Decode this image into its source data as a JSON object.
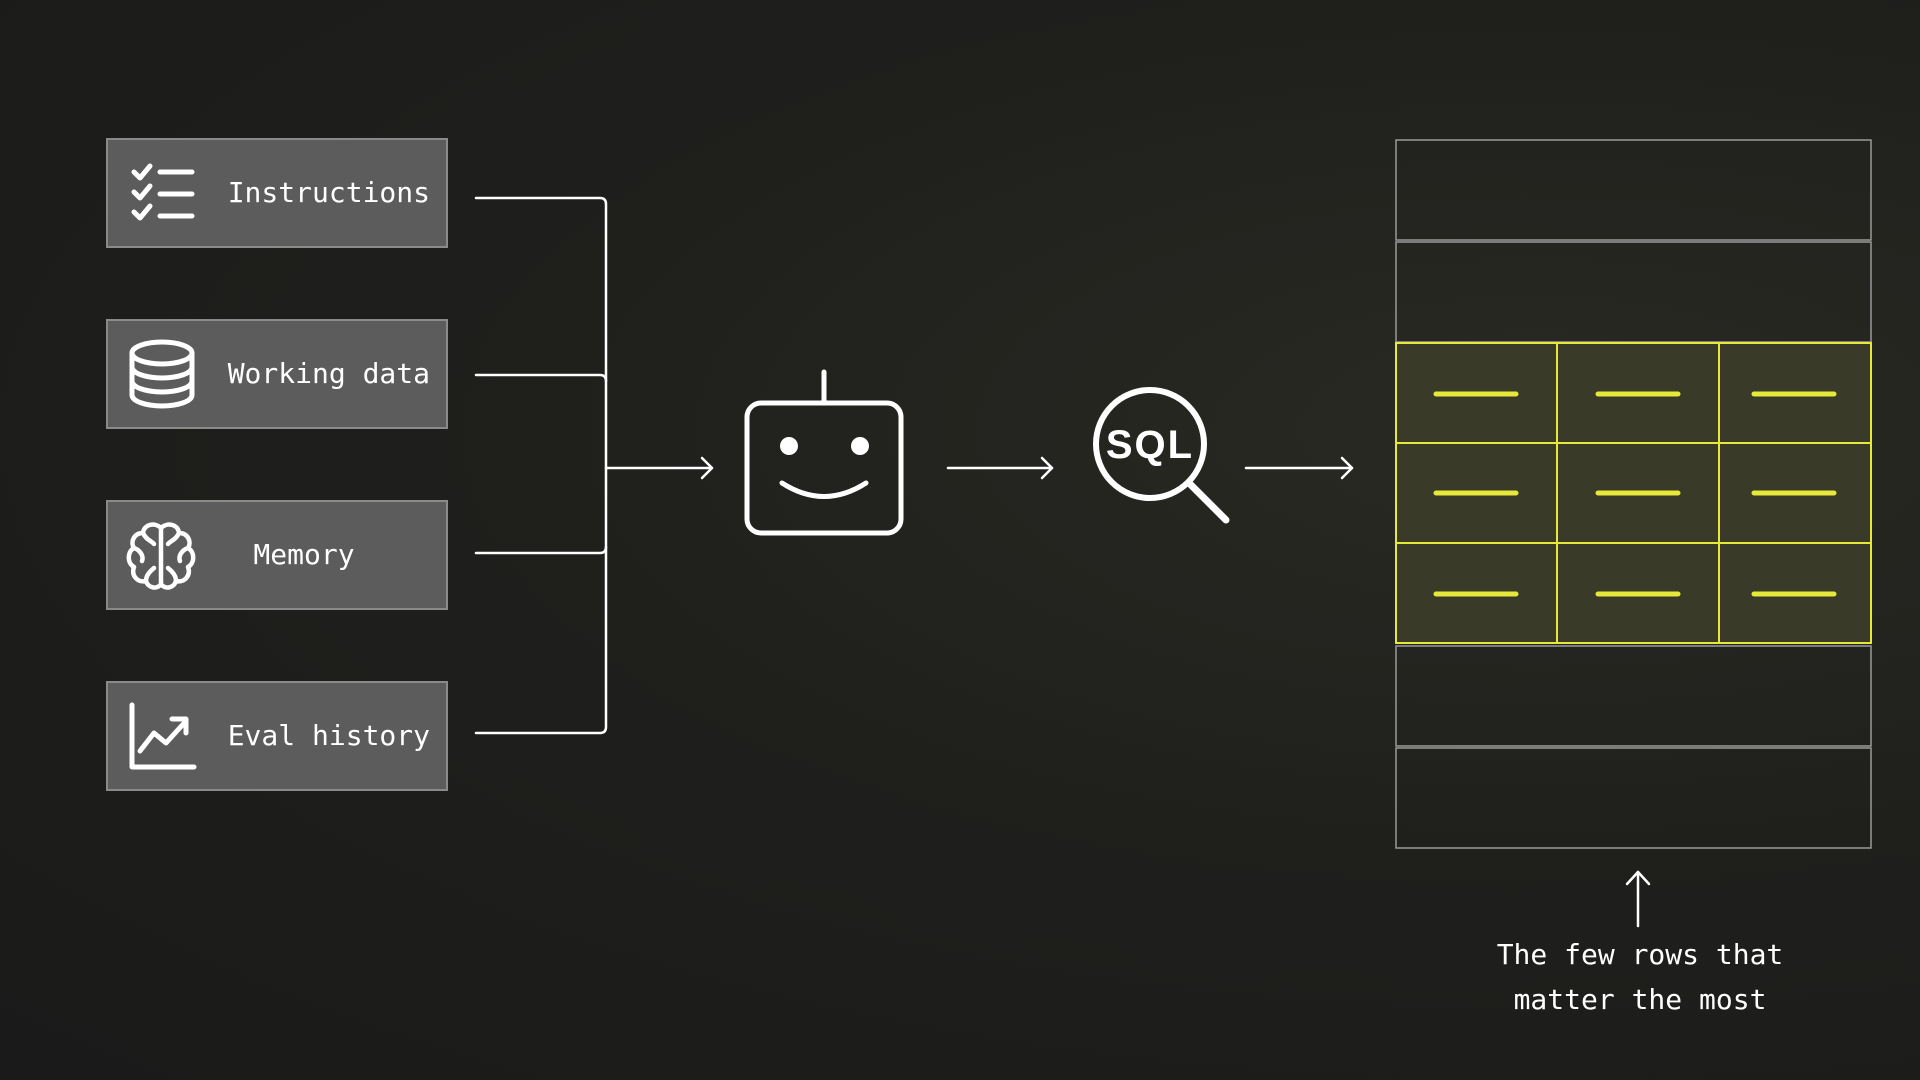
{
  "sources": [
    {
      "label": "Instructions",
      "icon": "checklist-icon"
    },
    {
      "label": "Working data",
      "icon": "database-icon"
    },
    {
      "label": "Memory",
      "icon": "brain-icon"
    },
    {
      "label": "Eval history",
      "icon": "trend-chart-icon"
    }
  ],
  "agent": {
    "icon": "robot-icon"
  },
  "query": {
    "icon": "sql-search-icon",
    "label": "SQL"
  },
  "table": {
    "rows": 7,
    "highlighted_rows": 3,
    "columns": 3
  },
  "caption": {
    "line1": "The few rows that",
    "line2": "matter the most"
  },
  "colors": {
    "highlight": "#e6e83a",
    "card_fill": "#5c5c5c",
    "stroke": "#ffffff"
  }
}
